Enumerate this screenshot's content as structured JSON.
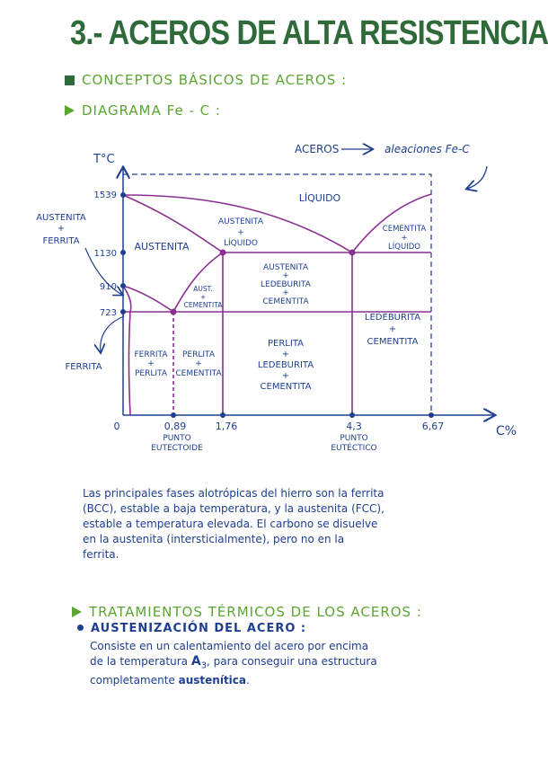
{
  "title": "3.- ACEROS DE ALTA RESISTENCIA",
  "sections": {
    "conceptos": "CONCEPTOS BÁSICOS DE ACEROS :",
    "diagrama": "DIAGRAMA Fe - C :",
    "tratamientos": "TRATAMIENTOS TÉRMICOS DE LOS ACEROS :"
  },
  "colors": {
    "title": "#2f6b3a",
    "heading": "#5ba532",
    "ink": "#1e3f8f",
    "curve": "#8a2f93"
  },
  "diagram": {
    "y_axis_label": "T°C",
    "x_axis_label": "C%",
    "note_left": "ACEROS",
    "note_right": "aleaciones  Fe-C",
    "y_ticks": [
      "1539",
      "1130",
      "910",
      "723"
    ],
    "x_ticks": [
      "0",
      "0,89",
      "1,76",
      "4,3",
      "6,67"
    ],
    "punto_eutectoide": [
      "PUNTO",
      "EUTECTOIDE"
    ],
    "punto_eutectico": [
      "PUNTO",
      "EUTÉCTICO"
    ],
    "austenita_ferrita": [
      "AUSTENITA",
      "+",
      "FERRITA"
    ],
    "ferrita": "FERRITA",
    "liquido": "LÍQUIDO",
    "austenita": "AUSTENITA",
    "austenita_liquido": [
      "AUSTENITA",
      "+",
      "LÍQUIDO"
    ],
    "cementita_liquido": [
      "CEMENTITA",
      "+",
      "LÍQUIDO"
    ],
    "aust_cementita": [
      "AUST.",
      "+",
      "CEMENTITA"
    ],
    "austenita_ledeburita": [
      "AUSTENITA",
      "+",
      "LEDEBURITA",
      "+",
      "CEMENTITA"
    ],
    "ledeburita_cementita": [
      "LEDEBURITA",
      "+",
      "CEMENTITA"
    ],
    "ferrita_perlita": [
      "FERRITA",
      "+",
      "PERLITA"
    ],
    "perlita_cementita": [
      "PERLITA",
      "+",
      "CEMENTITA"
    ],
    "perlita_ledeburita": [
      "PERLITA",
      "+",
      "LEDEBURITA",
      "+",
      "CEMENTITA"
    ]
  },
  "paragraph": [
    "Las principales fases alotrópicas del hierro son la ferrita",
    "(BCC), estable a baja temperatura, y la austenita (FCC),",
    "estable a temperatura elevada. El carbono se disuelve",
    "en la austenita (intersticialmente), pero no en la",
    "ferrita."
  ],
  "austenizacion": {
    "heading": "AUSTENIZACIÓN DEL ACERO :",
    "line1": "Consiste en un calentamiento del acero por encima",
    "line2a": "de la temperatura",
    "a3": "A",
    "a3sub": "3",
    "line2b": ", para conseguir una estructura",
    "line3a": "completamente",
    "line3b": "austenítica",
    "line3c": "."
  }
}
